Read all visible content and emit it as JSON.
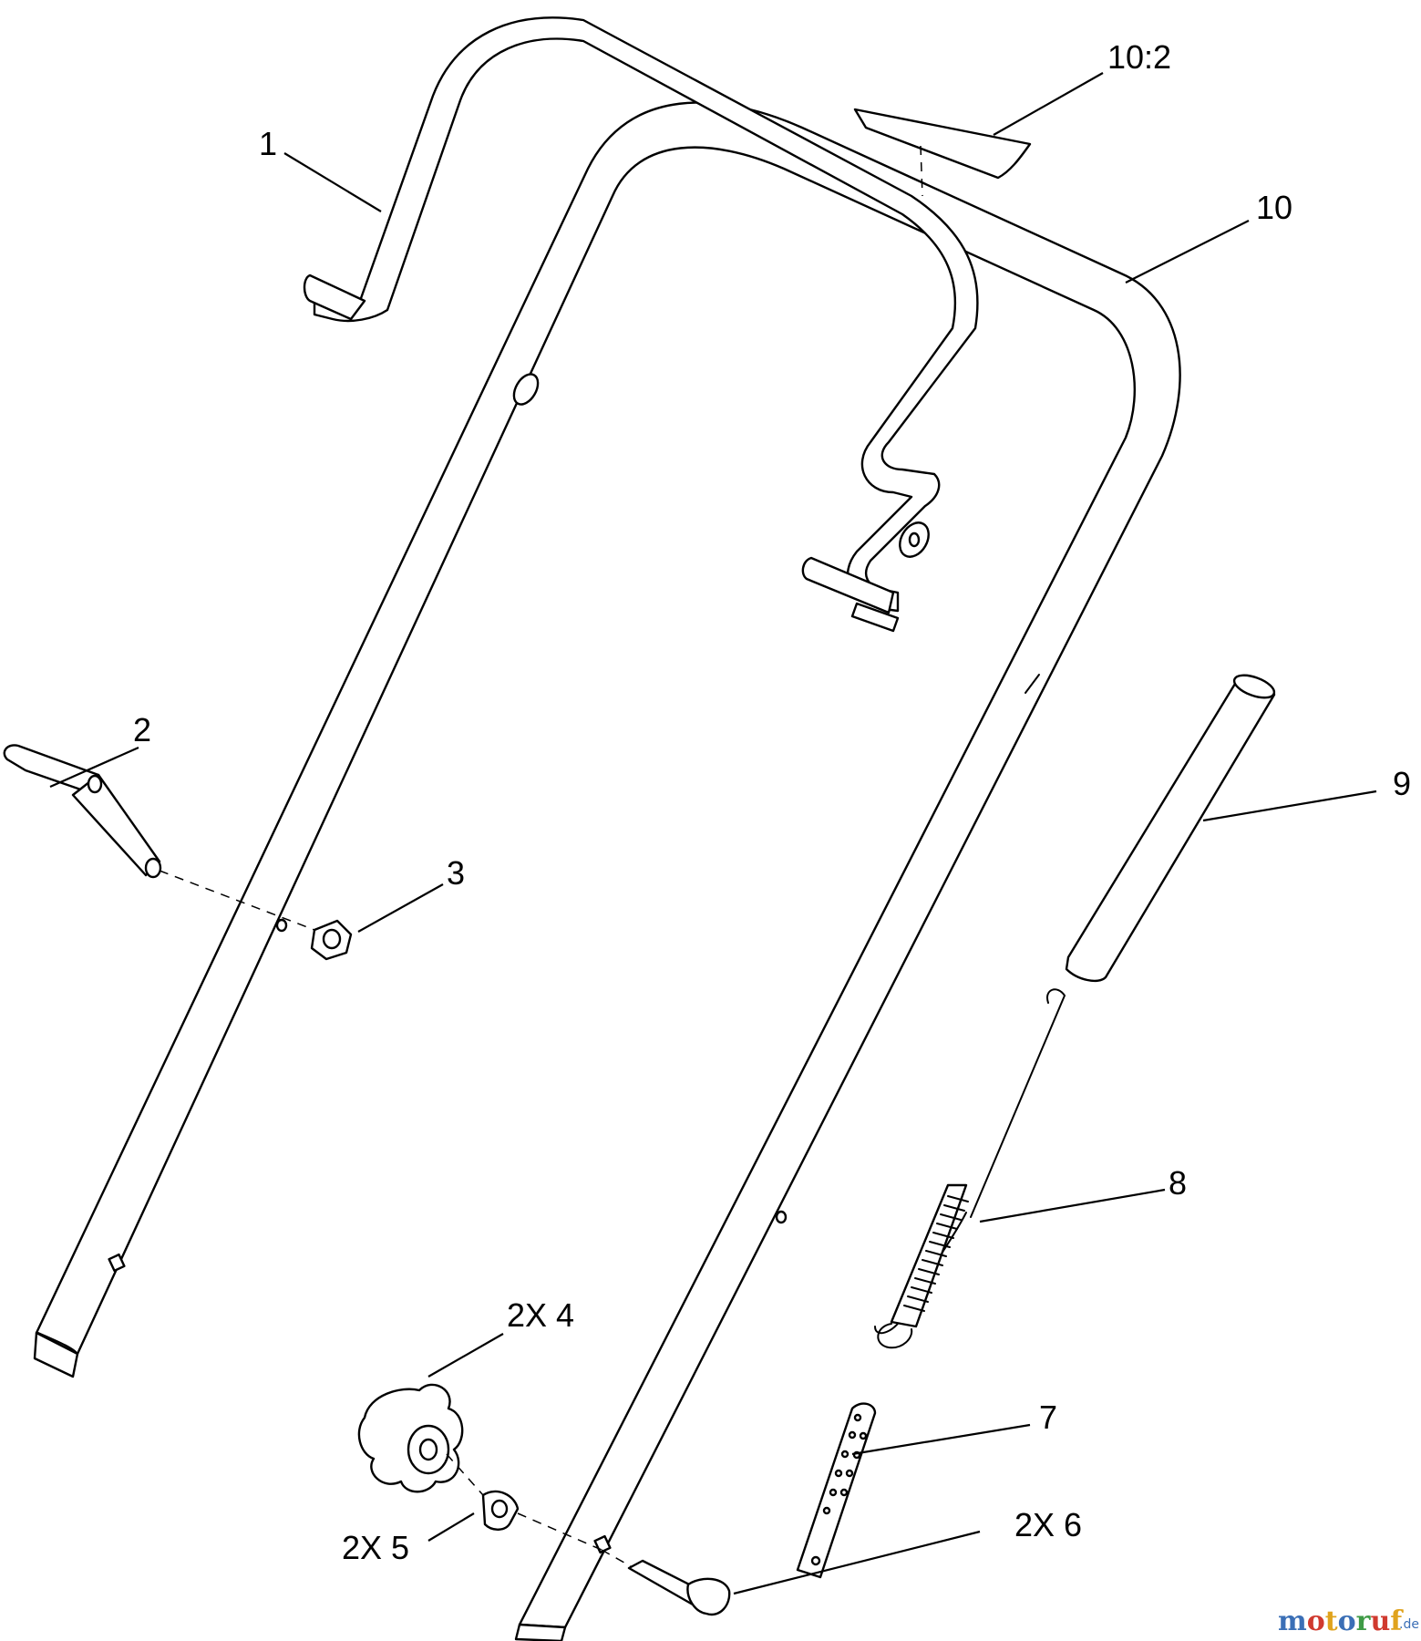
{
  "callouts": {
    "c1": "1",
    "c2": "2",
    "c3": "3",
    "c4": "2X 4",
    "c5": "2X 5",
    "c6": "2X 6",
    "c7": "7",
    "c8": "8",
    "c9": "9",
    "c10": "10",
    "c10_2": "10:2"
  },
  "watermark": {
    "letters": [
      "m",
      "o",
      "t",
      "o",
      "r",
      "u",
      "f"
    ],
    "suffix": ".de",
    "colors": [
      "#3b6fb6",
      "#d03a2f",
      "#e0a31d",
      "#3b6fb6",
      "#3f9b46",
      "#d03a2f",
      "#e0a31d"
    ]
  }
}
